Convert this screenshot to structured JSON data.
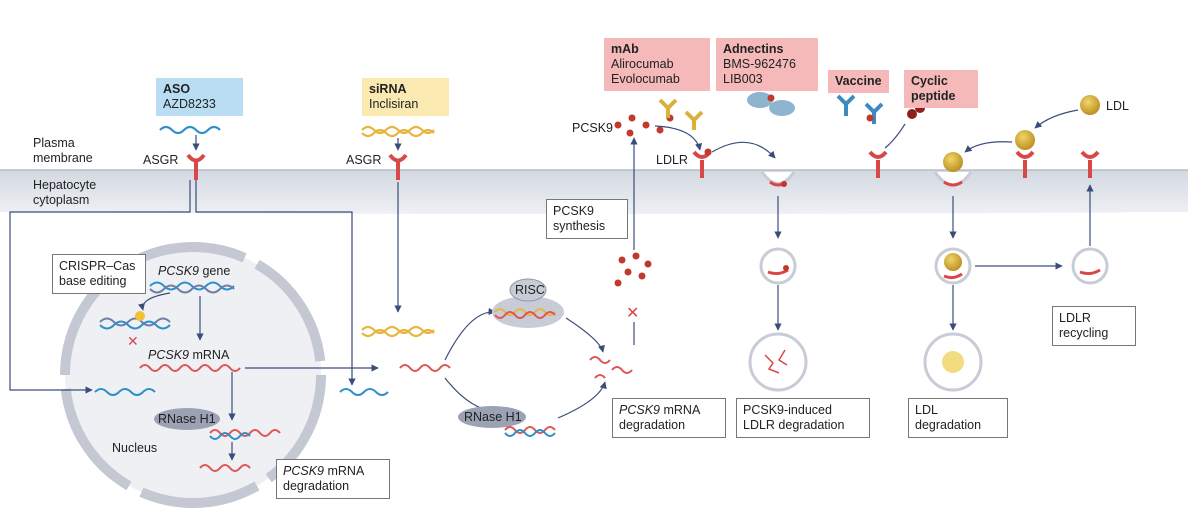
{
  "drugs": {
    "aso": {
      "title": "ASO",
      "name": "AZD8233"
    },
    "sirna": {
      "title": "siRNA",
      "name": "Inclisiran"
    },
    "mab": {
      "title": "mAb",
      "names": [
        "Alirocumab",
        "Evolocumab"
      ]
    },
    "adnectins": {
      "title": "Adnectins",
      "names": [
        "BMS-962476",
        "LIB003"
      ]
    },
    "vaccine": {
      "title": "Vaccine"
    },
    "cyclic": {
      "title": "Cyclic peptide"
    }
  },
  "labels": {
    "plasma_membrane": "Plasma membrane",
    "hepatocyte_cytoplasm": "Hepatocyte cytoplasm",
    "asgr": "ASGR",
    "pcsk9": "PCSK9",
    "ldlr": "LDLR",
    "ldl": "LDL",
    "risc": "RISC",
    "rnase_h1": "RNase H1",
    "nucleus": "Nucleus",
    "pcsk9_gene_italic": "PCSK9",
    "gene": "gene",
    "pcsk9_mrna_italic": "PCSK9",
    "mrna": "mRNA"
  },
  "callouts": {
    "crispr": "CRISPR–Cas base editing",
    "pcsk9_synthesis": "PCSK9 synthesis",
    "mrna_deg_italic": "PCSK9",
    "mrna_deg_rest": "mRNA degradation",
    "mrna_deg2_italic": "PCSK9",
    "mrna_deg2_rest": "mRNA degradation",
    "pcsk9_ldlr_deg": "PCSK9-induced LDLR degradation",
    "ldl_deg": "LDL degradation",
    "ldlr_recycling": "LDLR recycling"
  },
  "colors": {
    "membrane": "#dfe3ea",
    "nucleus": "#c7ccd6",
    "receptor": "#d94848",
    "rna_red": "#e05555",
    "rna_blue": "#2e8fc9",
    "rna_yellow": "#e6b53c",
    "arrow": "#3a4d7a",
    "ldl": "#d8b13a"
  }
}
